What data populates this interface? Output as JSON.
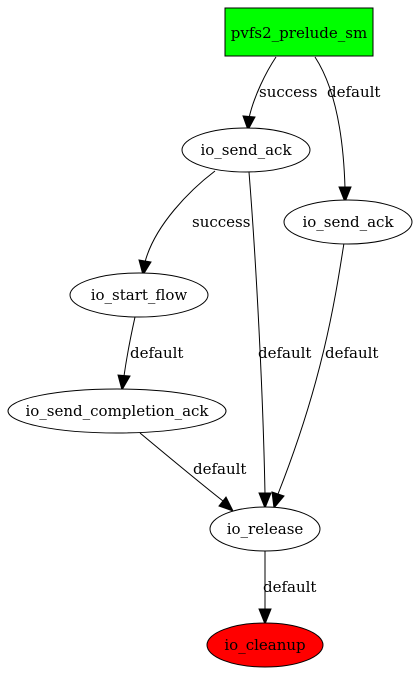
{
  "diagram": {
    "nodes": {
      "prelude": {
        "label": "pvfs2_prelude_sm",
        "fill": "#00ff00",
        "shape": "box"
      },
      "send_ack_1": {
        "label": "io_send_ack",
        "fill": "#ffffff",
        "shape": "ellipse"
      },
      "send_ack_2": {
        "label": "io_send_ack",
        "fill": "#ffffff",
        "shape": "ellipse"
      },
      "start_flow": {
        "label": "io_start_flow",
        "fill": "#ffffff",
        "shape": "ellipse"
      },
      "send_completion_ack": {
        "label": "io_send_completion_ack",
        "fill": "#ffffff",
        "shape": "ellipse"
      },
      "release": {
        "label": "io_release",
        "fill": "#ffffff",
        "shape": "ellipse"
      },
      "cleanup": {
        "label": "io_cleanup",
        "fill": "#ff0000",
        "shape": "ellipse"
      }
    },
    "edges": {
      "prelude_to_send_ack_1": {
        "label": "success"
      },
      "prelude_to_send_ack_2": {
        "label": "default"
      },
      "send_ack_1_to_start_flow": {
        "label": "success"
      },
      "send_ack_1_to_release": {
        "label": "default"
      },
      "send_ack_2_to_release": {
        "label": "default"
      },
      "start_flow_to_send_completion_ack": {
        "label": "default"
      },
      "send_completion_ack_to_release": {
        "label": "default"
      },
      "release_to_cleanup": {
        "label": "default"
      }
    }
  }
}
